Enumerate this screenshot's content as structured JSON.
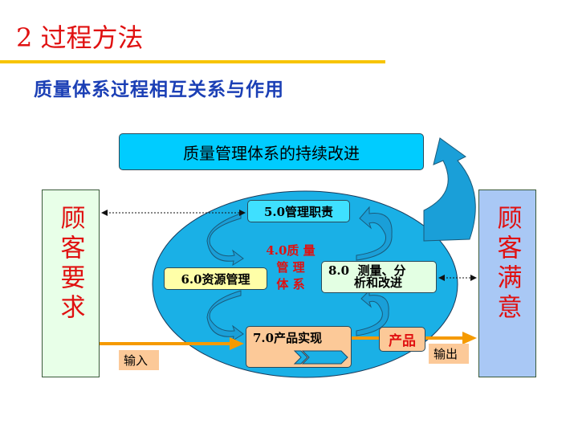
{
  "title": "2 过程方法",
  "subtitle": "质量体系过程相互关系与作用",
  "diagram": {
    "continual_improvement": "质量管理体系的持续改进",
    "customer_requirements": "顾客要求",
    "customer_satisfaction": "顾客满意",
    "core": [
      "4.0质 量",
      "管 理",
      "体 系"
    ],
    "management_responsibility": "5.0管理职责",
    "resource_management": "6.0资源管理",
    "measurement": [
      "8.0  测量、分",
      "析和改进"
    ],
    "product_realization": "7.0产品实现",
    "product": "产品",
    "input": "输入",
    "output": "输出"
  },
  "colors": {
    "title": "#e01010",
    "accent_line": "#f7c400",
    "subtitle": "#1b3fb5",
    "ellipse": "#1ab0e6",
    "arrow": "#f59a00"
  }
}
